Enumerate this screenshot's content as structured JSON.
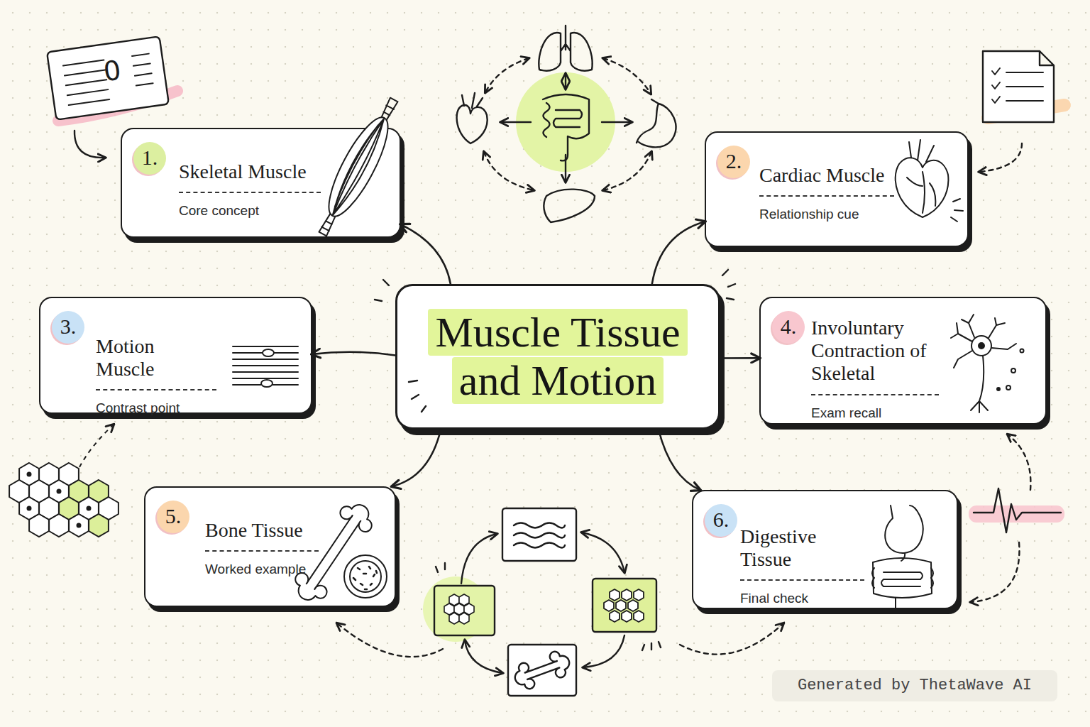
{
  "diagram": {
    "nodes": [
      {
        "text": [
          "Muscle Tissue and Motion"
        ]
      },
      {
        "text": [
          "1.",
          "Skeletal Muscle",
          "Core concept"
        ]
      },
      {
        "text": [
          "2.",
          "Cardiac Muscle",
          "Relationship cue"
        ]
      },
      {
        "text": [
          "3.",
          "Motion Muscle",
          "Contrast point"
        ]
      },
      {
        "text": [
          "4.",
          "Involuntary Contraction of Skeletal",
          "Exam recall"
        ]
      },
      {
        "text": [
          "5.",
          "Bone Tissue",
          "Worked example"
        ]
      },
      {
        "text": [
          "6.",
          "Digestive Tissue",
          "Final check"
        ]
      }
    ],
    "edges": [
      {
        "from": 0,
        "to": 1,
        "arrow": "to"
      },
      {
        "from": 0,
        "to": 2,
        "arrow": "to"
      },
      {
        "from": 0,
        "to": 3,
        "arrow": "to"
      },
      {
        "from": 0,
        "to": 4,
        "arrow": "to"
      },
      {
        "from": 0,
        "to": 5,
        "arrow": "to"
      },
      {
        "from": 0,
        "to": 6,
        "arrow": "to"
      }
    ],
    "labels": [
      "0",
      "Generated by ThetaWave AI"
    ]
  }
}
